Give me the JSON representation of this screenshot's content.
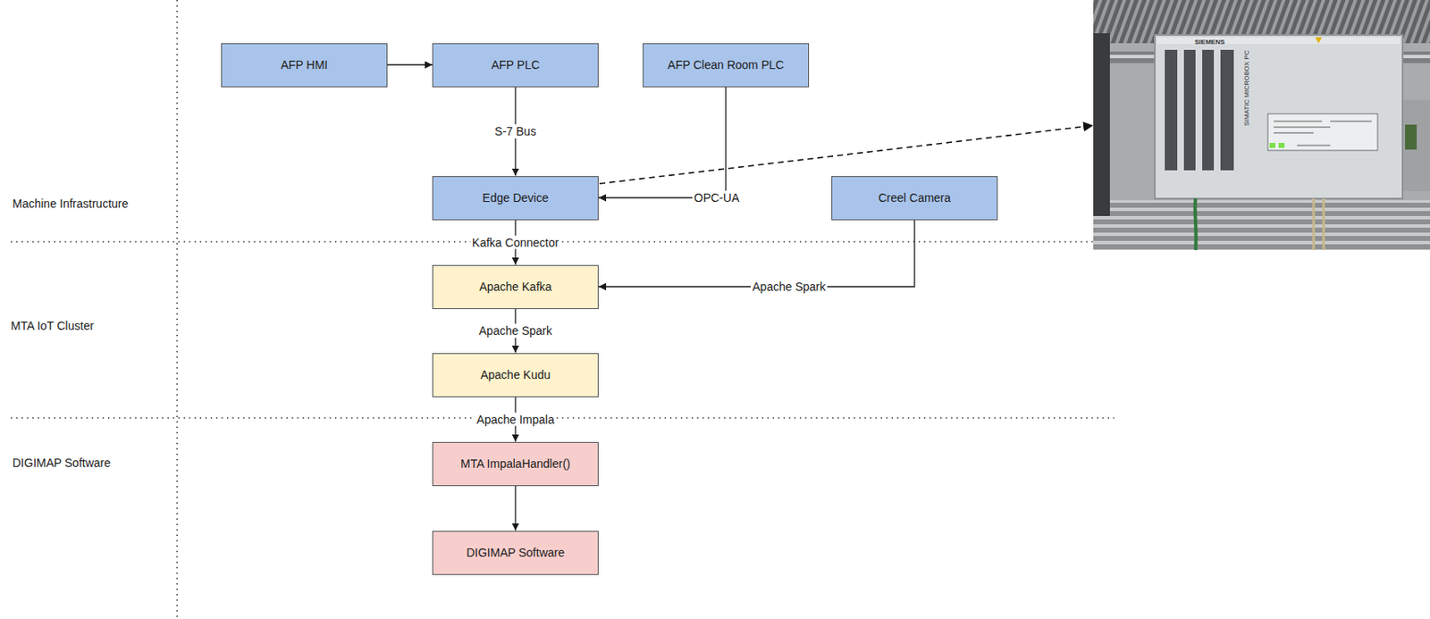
{
  "diagram": {
    "nodes": [
      {
        "text": [
          "AFP HMI"
        ]
      },
      {
        "text": [
          "AFP PLC"
        ]
      },
      {
        "text": [
          "AFP Clean Room PLC"
        ]
      },
      {
        "text": [
          "Edge Device"
        ]
      },
      {
        "text": [
          "Creel Camera"
        ]
      },
      {
        "text": [
          "Apache Kafka"
        ]
      },
      {
        "text": [
          "Apache Kudu"
        ]
      },
      {
        "text": [
          "MTA ImpalaHandler()"
        ]
      },
      {
        "text": [
          "DIGIMAP Software"
        ]
      }
    ],
    "edges": [
      {
        "from": 0,
        "to": 1,
        "arrow": "to"
      },
      {
        "from": 1,
        "to": 3,
        "label": "S-7 Bus",
        "arrow": "to"
      },
      {
        "from": 2,
        "to": 3,
        "label": "OPC-UA",
        "arrow": "to"
      },
      {
        "from": 3,
        "to": 5,
        "label": "Kafka Connector",
        "arrow": "to"
      },
      {
        "from": 4,
        "to": 5,
        "label": "Apache Spark",
        "arrow": "to"
      },
      {
        "from": 5,
        "to": 6,
        "label": "Apache Spark",
        "arrow": "to"
      },
      {
        "from": 6,
        "to": 7,
        "label": "Apache Impala",
        "arrow": "to"
      },
      {
        "from": 7,
        "to": 8,
        "arrow": "to"
      }
    ],
    "labels": [
      "Machine Infrastructure",
      "MTA IoT Cluster",
      "DIGIMAP Software",
      "SIEMENS",
      "SIMATIC MICROBOX PC"
    ]
  }
}
